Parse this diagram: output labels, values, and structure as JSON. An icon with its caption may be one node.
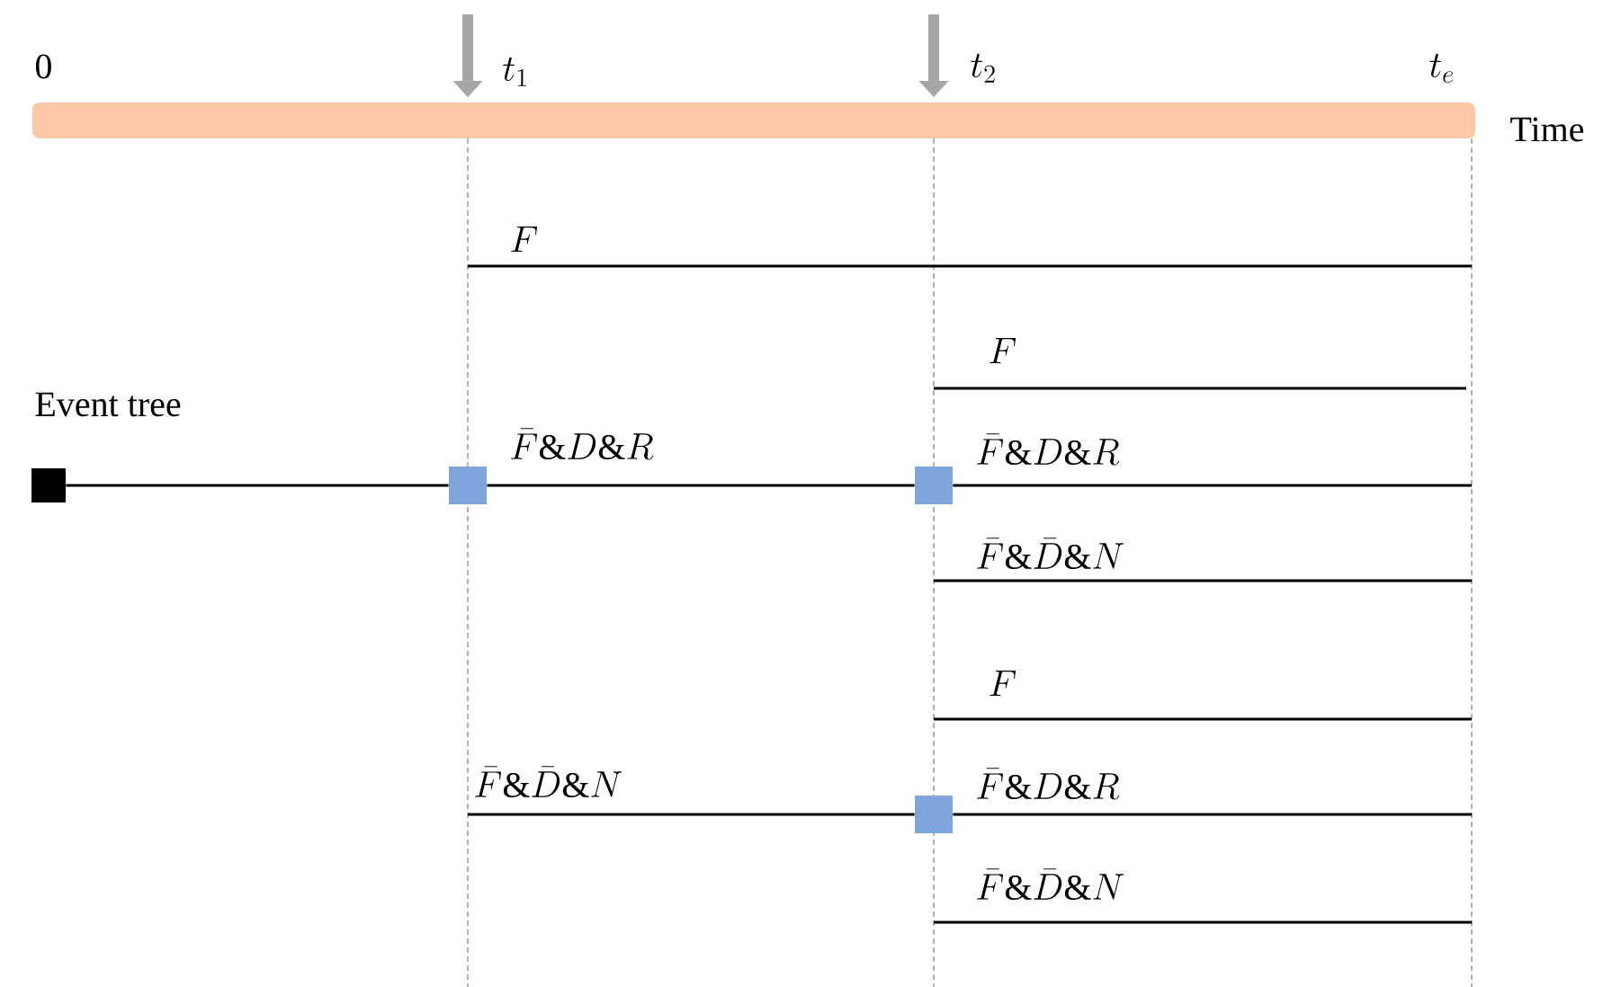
{
  "diagram": {
    "nodes": [
      {
        "text": [],
        "shape": "bar"
      },
      {
        "text": [],
        "shape": "box",
        "beside": [
          "Event tree"
        ]
      },
      {
        "text": [],
        "shape": "box"
      },
      {
        "text": [],
        "shape": "box"
      },
      {
        "text": [],
        "shape": "box"
      }
    ],
    "edges": [
      {
        "from": 1,
        "to": 2,
        "arrow": "none"
      },
      {
        "from": 2,
        "to": 3,
        "arrow": "none",
        "label": "\\bar{F}\\&D\\&R"
      },
      {
        "from": null,
        "to": 4,
        "arrow": "none",
        "label": "\\bar{F}\\&\\bar{D}\\&N"
      },
      {
        "from": 3,
        "to": null,
        "arrow": "none",
        "label": "\\bar{F}\\&D\\&R"
      },
      {
        "from": 4,
        "to": null,
        "arrow": "none",
        "label": "\\bar{F}\\&D\\&R"
      }
    ],
    "labels": [
      "0",
      "t_1",
      "t_2",
      "t_e",
      "Time",
      "F",
      "F",
      "\\bar{F}\\&\\bar{D}\\&N",
      "F",
      "\\bar{F}\\&\\bar{D}\\&N"
    ]
  }
}
